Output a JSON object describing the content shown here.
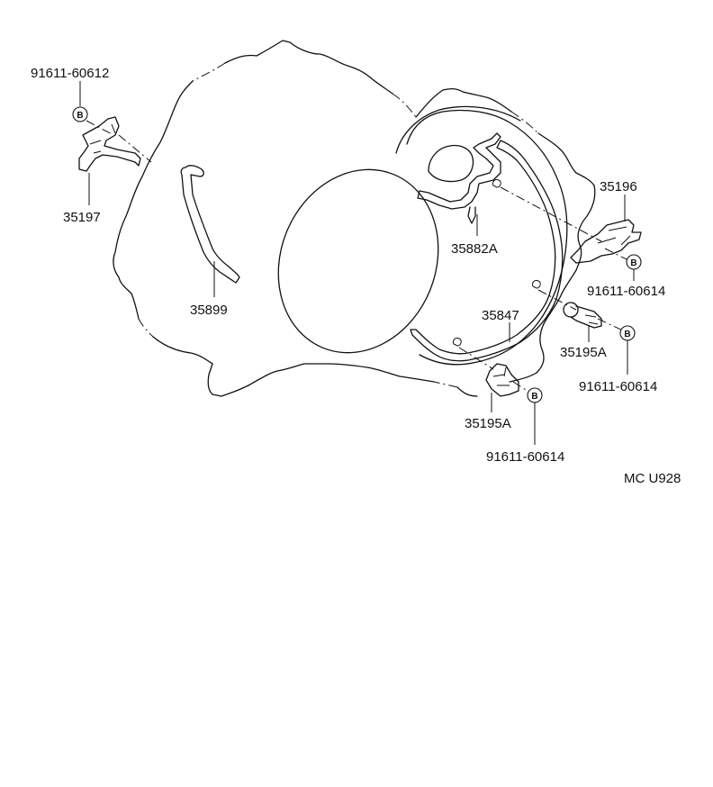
{
  "diagram": {
    "parts": {
      "bolt_top_left": "91611-60612",
      "bracket_left": "35197",
      "hose_left": "35899",
      "clamp_right_top": "35196",
      "pipe_upper": "35882A",
      "bolt_right_top": "91611-60614",
      "pipe_lower": "35847",
      "clamp_right_mid": "35195A",
      "bolt_right_mid": "91611-60614",
      "clamp_bottom": "35195A",
      "bolt_bottom": "91611-60614"
    },
    "bolt_marker": "B",
    "figure_code": "MC U928"
  }
}
